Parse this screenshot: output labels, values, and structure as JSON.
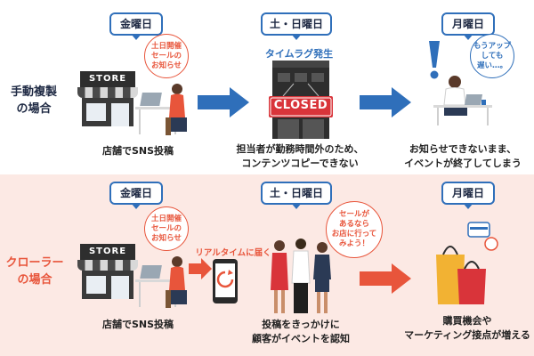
{
  "days": {
    "friday": "金曜日",
    "weekend": "土・日曜日",
    "monday": "月曜日"
  },
  "top": {
    "row_label_line1": "手動複製",
    "row_label_line2": "の場合",
    "bubble_lines": [
      "土日開催",
      "セールの",
      "お知らせ"
    ],
    "caption_store": "店舗でSNS投稿",
    "time_lag": "タイムラグ発生",
    "closed_sign": "CLOSED",
    "caption_mid_line1": "担当者が勤務時間外のため、",
    "caption_mid_line2": "コンテンツコピーできない",
    "speech_lines": [
      "もうアップ",
      "しても",
      "遅い…。"
    ],
    "caption_right_line1": "お知らせできないまま、",
    "caption_right_line2": "イベントが終了してしまう"
  },
  "bottom": {
    "row_label_line1": "クローラー",
    "row_label_line2": "の場合",
    "bubble_lines": [
      "土日開催",
      "セールの",
      "お知らせ"
    ],
    "caption_store": "店舗でSNS投稿",
    "realtime": "リアルタイムに届く",
    "speech_lines": [
      "セールが",
      "あるなら",
      "お店に行って",
      "みよう！"
    ],
    "caption_mid_line1": "投稿をきっかけに",
    "caption_mid_line2": "顧客がイベントを認知",
    "caption_right_line1": "購買機会や",
    "caption_right_line2": "マーケティング接点が増える"
  },
  "store_sign": "STORE",
  "colors": {
    "blue": "#2f6fba",
    "red": "#e8553b",
    "pink_band": "#fce9e4"
  }
}
